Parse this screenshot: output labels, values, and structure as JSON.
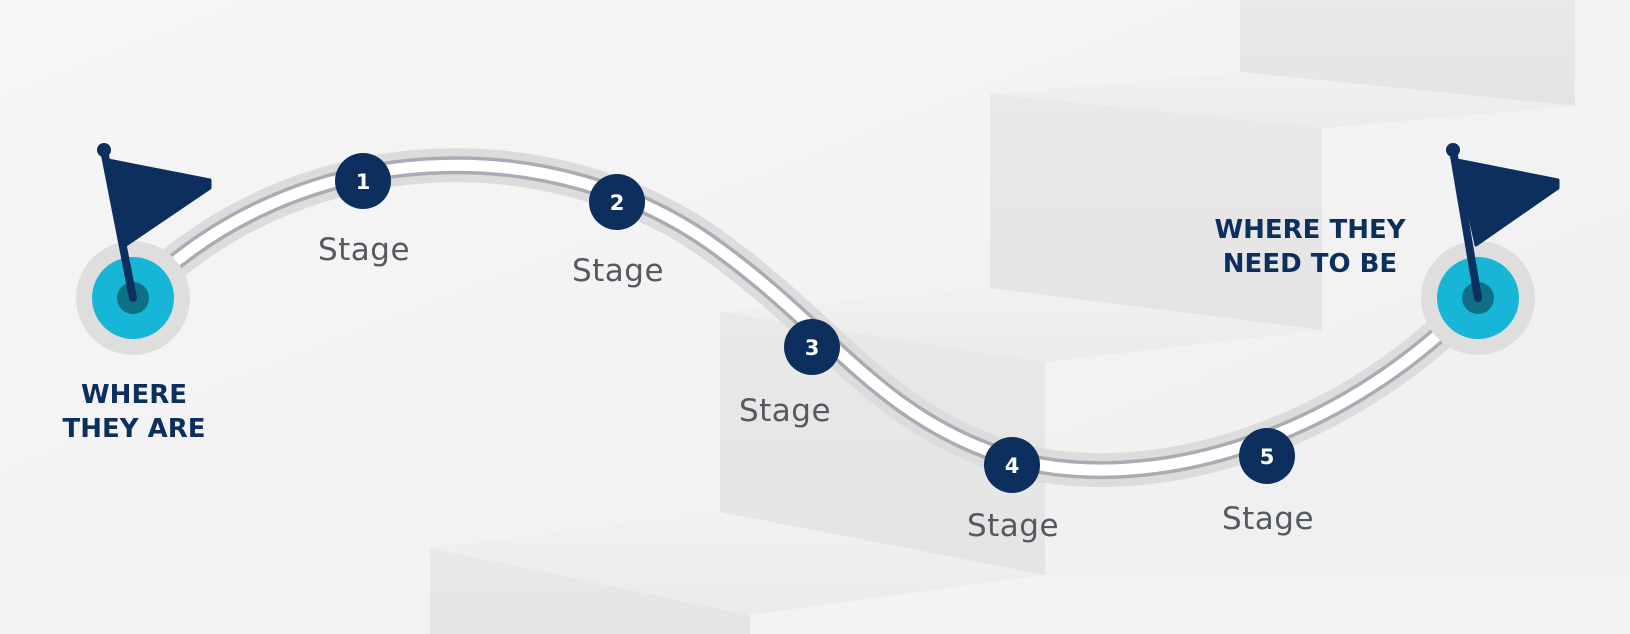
{
  "start": {
    "title_line1": "WHERE",
    "title_line2": "THEY ARE"
  },
  "end": {
    "title_line1": "WHERE THEY",
    "title_line2": "NEED TO BE"
  },
  "stages": [
    {
      "number": "1",
      "label": "Stage"
    },
    {
      "number": "2",
      "label": "Stage"
    },
    {
      "number": "3",
      "label": "Stage"
    },
    {
      "number": "4",
      "label": "Stage"
    },
    {
      "number": "5",
      "label": "Stage"
    }
  ],
  "colors": {
    "navy": "#0d2f5e",
    "cyan": "#18b6d6",
    "teal_center": "#0e6f86",
    "stage_text": "#555960"
  },
  "icons": [
    "flag-icon",
    "flag-icon"
  ]
}
